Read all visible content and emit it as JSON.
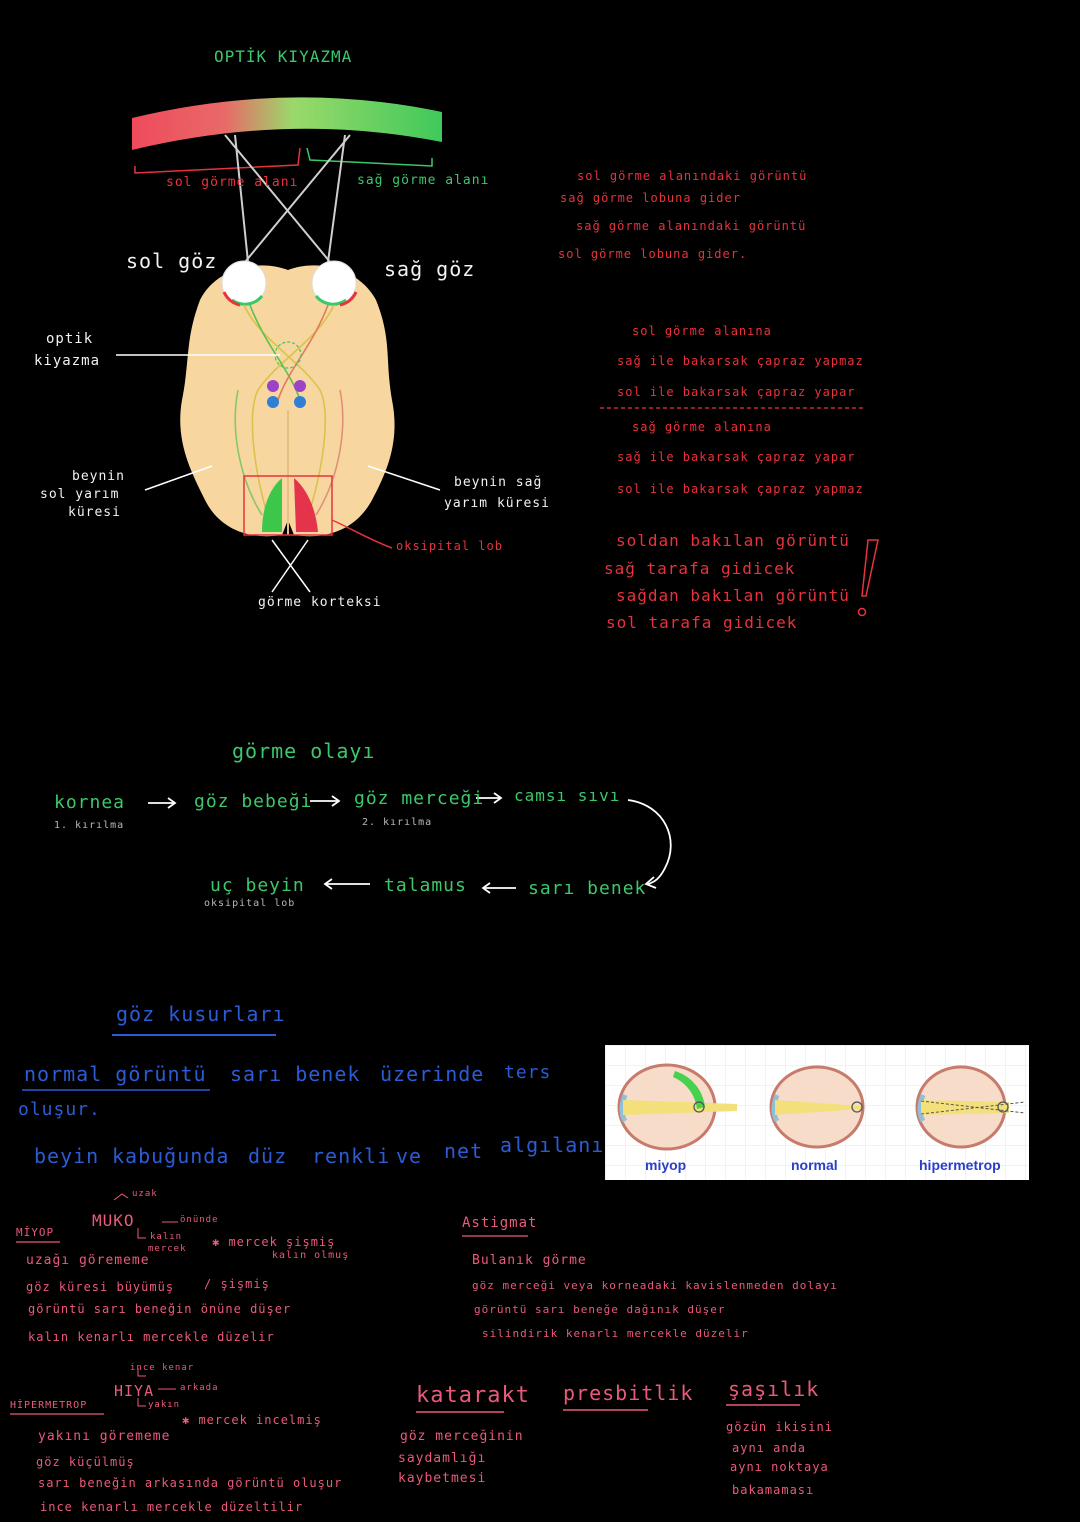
{
  "diagram": {
    "title": "OPTİK KIYAZMA",
    "left_field": "sol görme alanı",
    "right_field": "sağ görme alanı",
    "left_eye": "sol göz",
    "right_eye": "sağ göz",
    "chiasm_label": [
      "optik",
      "kiyazma"
    ],
    "left_hemisphere": [
      "beynin",
      "sol yarım",
      "küresi"
    ],
    "right_hemisphere": [
      "beynin sağ",
      "yarım küresi"
    ],
    "occipital": "oksipital lob",
    "cortex": "görme korteksi"
  },
  "notes_right": {
    "p1": [
      "sol görme alanındaki görüntü",
      "sağ görme lobuna gider",
      "sağ görme alanındaki görüntü",
      "sol görme lobuna gider."
    ],
    "p2": [
      "sol görme alanına",
      "sağ ile bakarsak çapraz yapmaz",
      "sol ile bakarsak çapraz yapar"
    ],
    "p3": [
      "sağ görme alanına",
      "sağ ile bakarsak çapraz yapar",
      "sol ile bakarsak çapraz yapmaz"
    ],
    "p4": [
      "soldan bakılan görüntü",
      "sağ tarafa gidicek",
      "sağdan bakılan görüntü",
      "sol tarafa gidicek"
    ],
    "exclaim": "!"
  },
  "vision": {
    "title": "görme olayı",
    "cornea": "kornea",
    "cornea_sub": "1. kırılma",
    "pupil": "göz bebeği",
    "lens": "göz merceği",
    "lens_sub": "2. kırılma",
    "vitreous": "camsı sıvı",
    "macula": "sarı benek",
    "thalamus": "talamus",
    "brain": "uç beyin",
    "brain_sub": "oksipital lob"
  },
  "defects": {
    "title": "göz kusurları",
    "line1a": "normal görüntü",
    "line1b": "sarı benek",
    "line1c": "üzerinde",
    "line1d": "ters",
    "line2": "oluşur.",
    "line3a": "beyin",
    "line3b": "kabuğunda",
    "line3c": "düz",
    "line3d": "renkli",
    "line3e": "ve",
    "line3f": "net",
    "line3g": "algılanır",
    "figure": {
      "labels": [
        "miyop",
        "normal",
        "hipermetrop"
      ]
    }
  },
  "miyop": {
    "label": "MİYOP",
    "mnemonic": "MUKO",
    "uzak": "uzak",
    "onunde": "önünde",
    "kalin": "kalın",
    "mercek": "mercek",
    "note": "✱ mercek şişmiş",
    "note2": "kalın olmuş",
    "l1": "uzağı görememe",
    "l2a": "göz küresi büyümüş",
    "l2b": "/ şişmiş",
    "l3": "görüntü sarı beneğin önüne düşer",
    "l4": "kalın kenarlı mercekle düzelir"
  },
  "hipermetrop": {
    "label": "HİPERMETROP",
    "mnemonic": "HIYA",
    "ince": "ince kenar",
    "arkada": "arkada",
    "yakin": "yakın",
    "note": "✱ mercek incelmiş",
    "l1": "yakını görememe",
    "l2": "göz küçülmüş",
    "l3": "sarı beneğin arkasında görüntü oluşur",
    "l4": "ince kenarlı mercekle düzeltilir"
  },
  "astigmat": {
    "title": "Astigmat",
    "l1": "Bulanık görme",
    "l2": "göz merceği veya korneadaki kavislenmeden dolayı",
    "l3": "görüntü sarı beneğe dağınık düşer",
    "l4": "silindirik kenarlı mercekle düzelir"
  },
  "katarakt": {
    "title": "katarakt",
    "l1": "göz merceğinin",
    "l2": "saydamlığı",
    "l3": "kaybetmesi"
  },
  "presbitlik": {
    "title": "presbitlik"
  },
  "sasilik": {
    "title": "şaşılık",
    "l1": "gözün ikisini",
    "l2": "aynı anda",
    "l3": "aynı noktaya",
    "l4": "bakamaması"
  }
}
